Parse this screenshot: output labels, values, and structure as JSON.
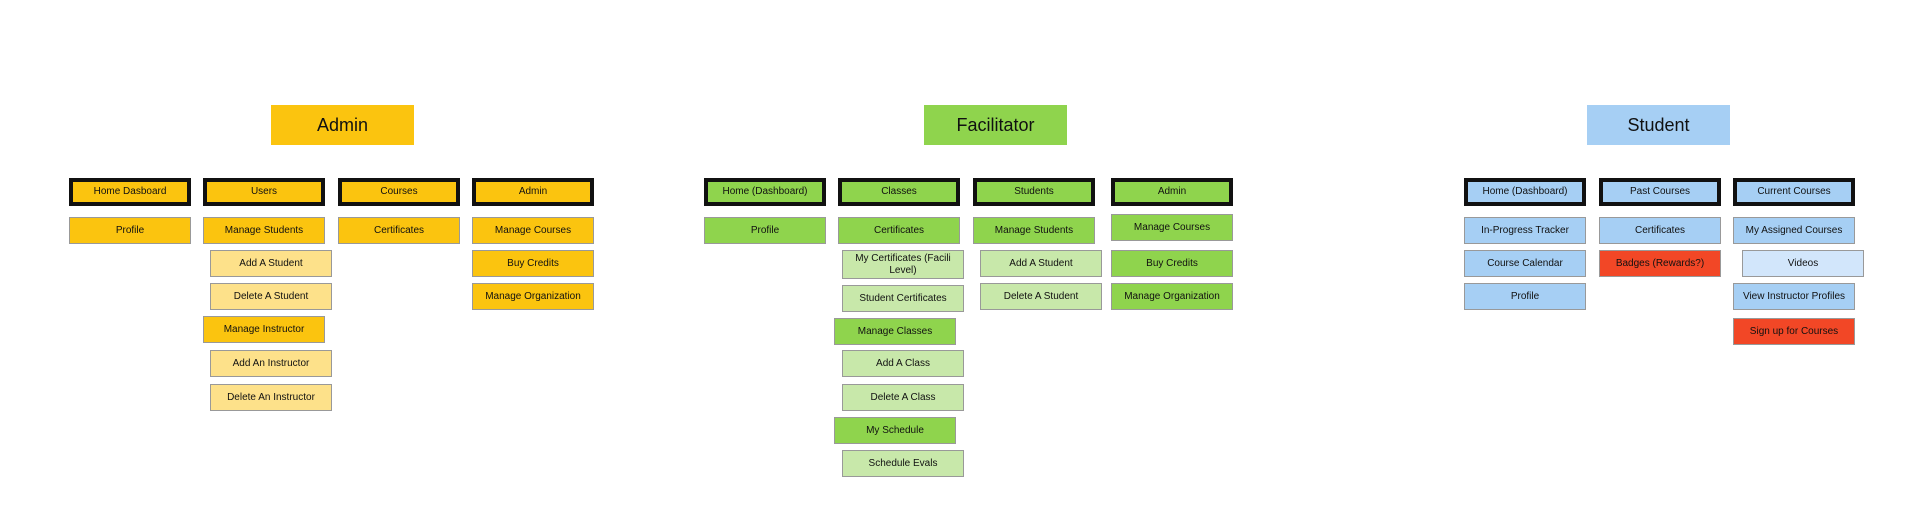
{
  "titles": {
    "admin": "Admin",
    "facilitator": "Facilitator",
    "student": "Student"
  },
  "admin": {
    "home": "Home Dasboard",
    "users": "Users",
    "courses": "Courses",
    "admin": "Admin",
    "profile": "Profile",
    "manage_students": "Manage Students",
    "add_student": "Add A Student",
    "delete_student": "Delete A Student",
    "manage_instructor": "Manage Instructor",
    "add_instructor": "Add An Instructor",
    "delete_instructor": "Delete An Instructor",
    "certificates": "Certificates",
    "manage_courses": "Manage Courses",
    "buy_credits": "Buy Credits",
    "manage_organization": "Manage Organization"
  },
  "facilitator": {
    "home": "Home (Dashboard)",
    "classes": "Classes",
    "students": "Students",
    "admin": "Admin",
    "profile": "Profile",
    "certificates": "Certificates",
    "my_certificates": "My Certificates (Facili Level)",
    "student_certificates": "Student Certificates",
    "manage_classes": "Manage Classes",
    "add_class": "Add A Class",
    "delete_class": "Delete A Class",
    "my_schedule": "My Schedule",
    "schedule_evals": "Schedule Evals",
    "manage_students": "Manage Students",
    "add_student": "Add A Student",
    "delete_student": "Delete A Student",
    "manage_courses": "Manage Courses",
    "buy_credits": "Buy Credits",
    "manage_organization": "Manage Organization"
  },
  "student": {
    "home": "Home (Dashboard)",
    "past_courses": "Past Courses",
    "current_courses": "Current Courses",
    "in_progress": "In-Progress Tracker",
    "course_calendar": "Course Calendar",
    "profile": "Profile",
    "certificates": "Certificates",
    "badges": "Badges (Rewards?)",
    "my_assigned_courses": "My Assigned Courses",
    "videos": "Videos",
    "view_instructor_profiles": "View Instructor Profiles",
    "sign_up": "Sign up for Courses"
  },
  "colors": {
    "admin_dark": "#fbc40f",
    "admin_light": "#fde18a",
    "facilitator_dark": "#8fd44d",
    "facilitator_light": "#c8e8aa",
    "student_dark": "#a6cff4",
    "student_light": "#d2e6fb",
    "red": "#f24726"
  }
}
